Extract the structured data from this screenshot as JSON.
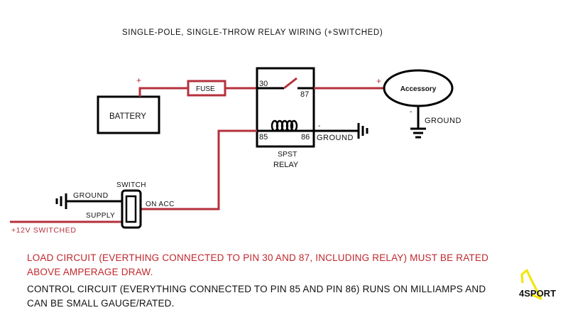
{
  "title": "SINGLE-POLE, SINGLE-THROW RELAY WIRING (+SWITCHED)",
  "components": {
    "battery": {
      "label": "BATTERY",
      "terminal": "+"
    },
    "fuse": {
      "label": "FUSE"
    },
    "relay": {
      "label_line1": "SPST",
      "label_line2": "RELAY",
      "pins": {
        "p30": "30",
        "p87": "87",
        "p85": "85",
        "p86": "86"
      },
      "pin86_polarity": "-",
      "ground_label": "GROUND"
    },
    "accessory": {
      "label": "Accessory",
      "positive": "+",
      "negative": "-",
      "ground_label": "GROUND"
    },
    "switch": {
      "label": "SWITCH",
      "ground_label": "GROUND",
      "supply_label": "SUPPLY",
      "output_label": "ON ACC"
    },
    "supply_wire": {
      "label": "+12V SWITCHED"
    }
  },
  "colors": {
    "power_wire": "#b5303c",
    "control_wire": "#111111",
    "warning_text": "#c0272d",
    "logo_accent": "#f2e600"
  },
  "notes": {
    "load": "LOAD CIRCUIT (EVERTHING CONNECTED TO PIN 30 AND 87, INCLUDING RELAY) MUST BE RATED ABOVE AMPERAGE DRAW.",
    "control": "CONTROL CIRCUIT (EVERYTHING CONNECTED TO PIN 85 AND PIN 86) RUNS ON MILLIAMPS AND CAN BE SMALL GAUGE/RATED."
  },
  "logo": {
    "text": "4SPORT"
  }
}
